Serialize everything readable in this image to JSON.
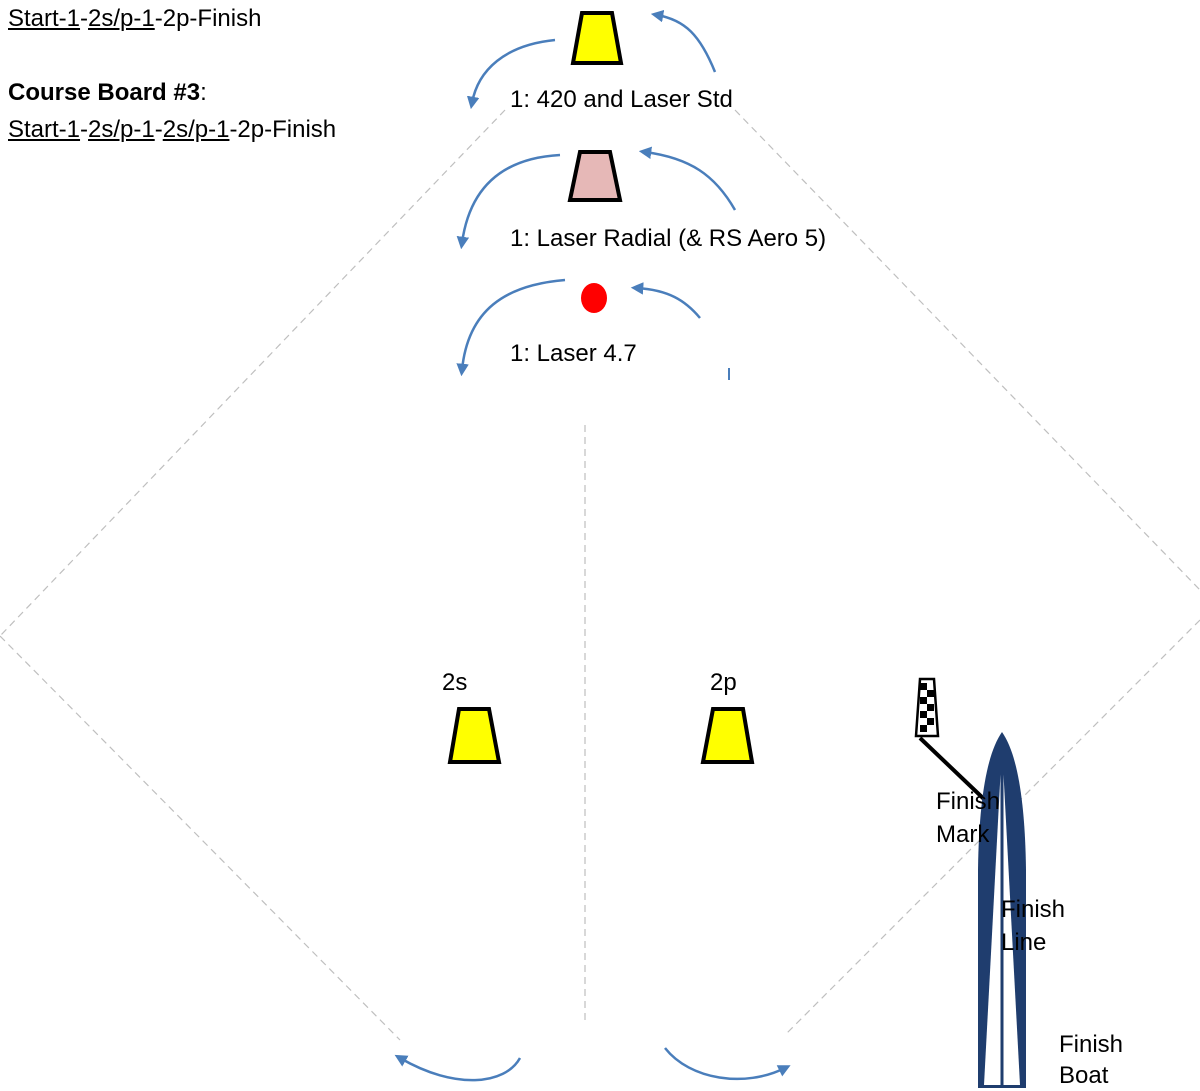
{
  "course": {
    "line1": {
      "start_1": "Start-1",
      "dash_a": "-",
      "sp_1": "2s/p-1",
      "rest": "-2p-Finish"
    },
    "board3_title": "Course Board #3",
    "board3_colon": ":",
    "line3": {
      "start_1": "Start-1",
      "dash_a": "-",
      "sp_1a": "2s/p-1",
      "dash_b": "-",
      "sp_1b": "2s/p-1",
      "rest": "-2p-Finish"
    }
  },
  "marks": {
    "top": {
      "label": "1: 420 and Laser Std",
      "color": "#ffff00"
    },
    "middle": {
      "label": "1: Laser Radial (& RS Aero 5)",
      "color": "#e6b8b7"
    },
    "bottom": {
      "label": "1: Laser 4.7",
      "color": "#ff0000"
    },
    "gate_s": {
      "label": "2s",
      "color": "#ffff00"
    },
    "gate_p": {
      "label": "2p",
      "color": "#ffff00"
    }
  },
  "finish": {
    "mark": [
      "Finish",
      "Mark"
    ],
    "line": [
      "Finish",
      "Line"
    ],
    "boat": [
      "Finish",
      "Boat"
    ]
  },
  "colors": {
    "arrow": "#4a7ebb",
    "boat": "#1f3d6e",
    "guide": "#bfbfbf"
  }
}
